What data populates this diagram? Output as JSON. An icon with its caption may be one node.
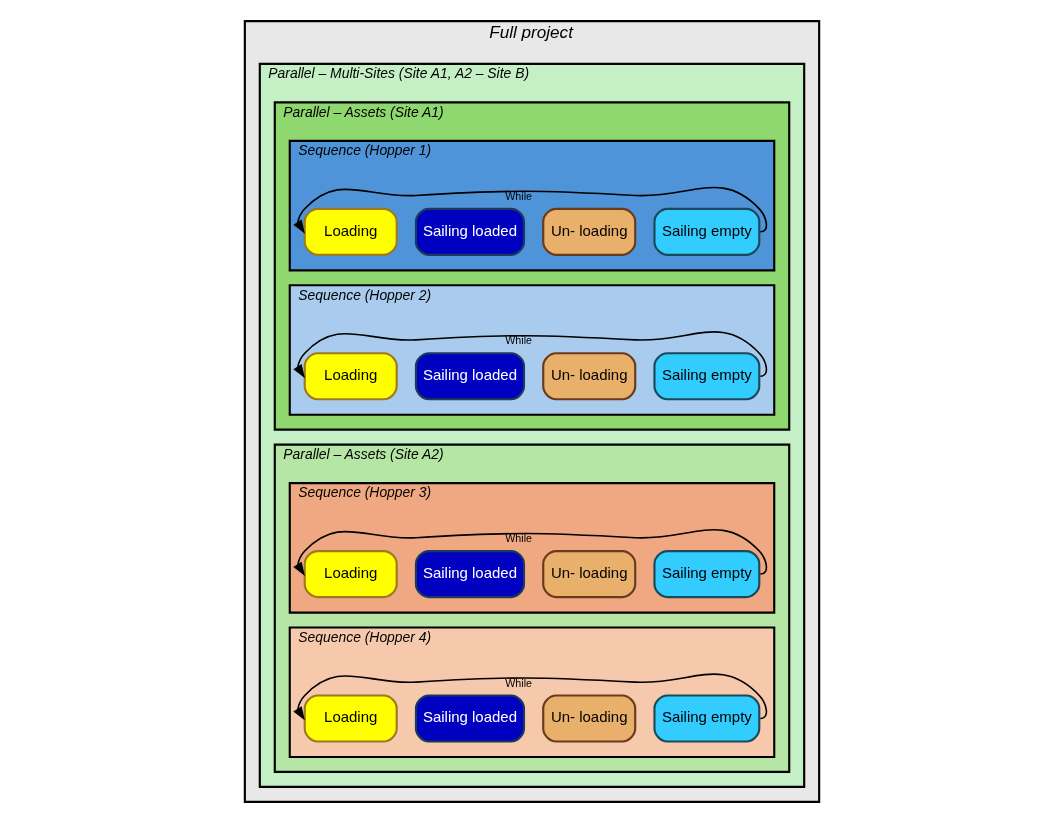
{
  "diagram": {
    "nodes": [
      {
        "text": [
          "Full project"
        ]
      },
      {
        "text": [
          "Parallel – Multi-Sites (Site A1, A2 – Site B)"
        ],
        "in": 0
      },
      {
        "text": [
          "Parallel – Assets (Site A1)"
        ],
        "in": 1
      },
      {
        "text": [
          "Sequence (Hopper 1)"
        ],
        "in": 2
      },
      {
        "text": [
          "Loading"
        ],
        "in": 3
      },
      {
        "text": [
          "Sailing loaded"
        ],
        "in": 3
      },
      {
        "text": [
          "Un- loading"
        ],
        "in": 3
      },
      {
        "text": [
          "Sailing empty"
        ],
        "in": 3
      },
      {
        "text": [
          "Sequence (Hopper 2)"
        ],
        "in": 2
      },
      {
        "text": [
          "Loading"
        ],
        "in": 8
      },
      {
        "text": [
          "Sailing loaded"
        ],
        "in": 8
      },
      {
        "text": [
          "Un- loading"
        ],
        "in": 8
      },
      {
        "text": [
          "Sailing empty"
        ],
        "in": 8
      },
      {
        "text": [
          "Parallel – Assets (Site A2)"
        ],
        "in": 1
      },
      {
        "text": [
          "Sequence (Hopper 3)"
        ],
        "in": 13
      },
      {
        "text": [
          "Loading"
        ],
        "in": 14
      },
      {
        "text": [
          "Sailing loaded"
        ],
        "in": 14
      },
      {
        "text": [
          "Un- loading"
        ],
        "in": 14
      },
      {
        "text": [
          "Sailing empty"
        ],
        "in": 14
      },
      {
        "text": [
          "Sequence (Hopper 4)"
        ],
        "in": 13
      },
      {
        "text": [
          "Loading"
        ],
        "in": 19
      },
      {
        "text": [
          "Sailing loaded"
        ],
        "in": 19
      },
      {
        "text": [
          "Un- loading"
        ],
        "in": 19
      },
      {
        "text": [
          "Sailing empty"
        ],
        "in": 19
      }
    ],
    "edges": [
      {
        "from": 7,
        "to": 4,
        "arrow": "to",
        "label": "While"
      },
      {
        "from": 12,
        "to": 9,
        "arrow": "to",
        "label": "While"
      },
      {
        "from": 18,
        "to": 15,
        "arrow": "to",
        "label": "While"
      },
      {
        "from": 23,
        "to": 20,
        "arrow": "to",
        "label": "While"
      }
    ]
  }
}
